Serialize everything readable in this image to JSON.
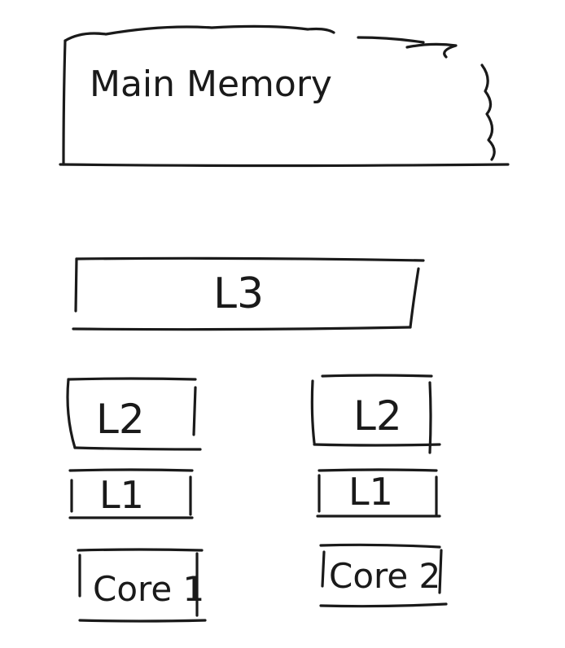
{
  "diagram": {
    "main_memory": {
      "label": "Main Memory"
    },
    "l3": {
      "label": "L3"
    },
    "cores": [
      {
        "l2": "L2",
        "l1": "L1",
        "core": "Core 1"
      },
      {
        "l2": "L2",
        "l1": "L1",
        "core": "Core 2"
      }
    ]
  }
}
